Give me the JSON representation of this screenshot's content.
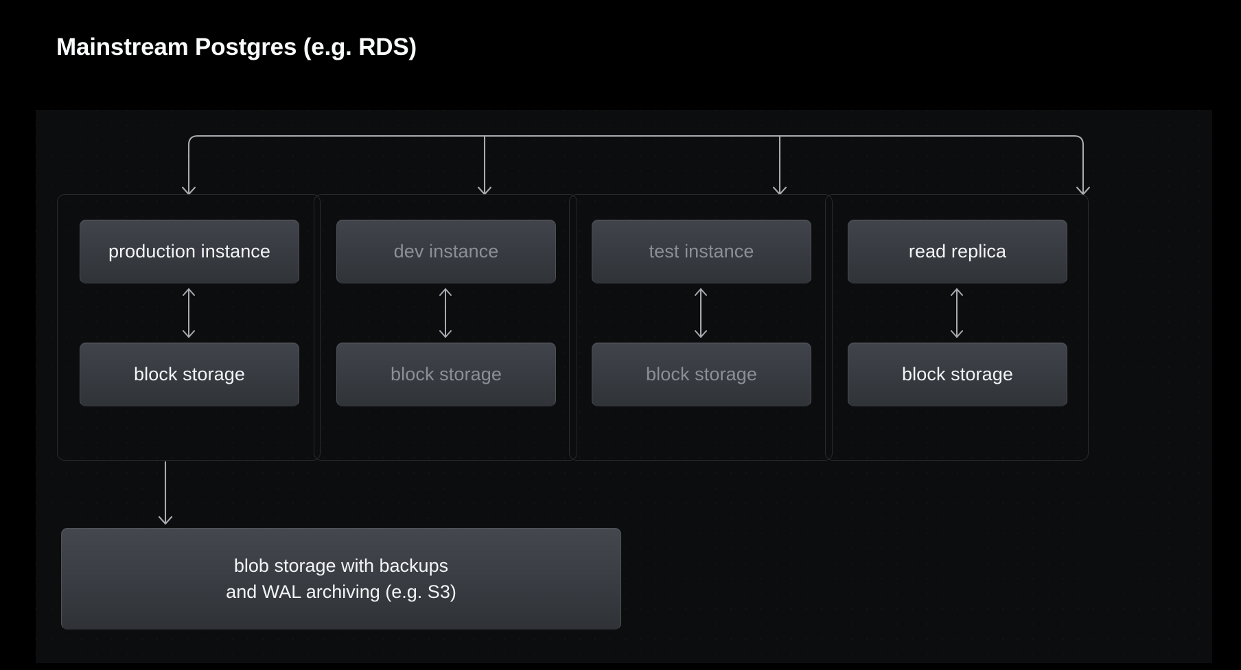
{
  "title": "Mainstream Postgres (e.g. RDS)",
  "diagram": {
    "type": "architecture-block-diagram",
    "background_color": "#000000",
    "panel_color": "#0c0d0e",
    "node_fill_top": "#41444a",
    "node_fill_bottom": "#303338",
    "node_border_color": "#4b4f56",
    "group_border_color": "#292b2e",
    "text_bright": "#f2f4f6",
    "text_dimmed": "#8c9096",
    "connector_color": "#a8abb0",
    "fan_out_branches": 4,
    "groups": [
      {
        "id": "production",
        "state": "highlighted",
        "instance_label": "production instance",
        "storage_label": "block storage",
        "link": "bidirectional"
      },
      {
        "id": "dev",
        "state": "dimmed",
        "instance_label": "dev instance",
        "storage_label": "block storage",
        "link": "bidirectional"
      },
      {
        "id": "test",
        "state": "dimmed",
        "instance_label": "test instance",
        "storage_label": "block storage",
        "link": "bidirectional"
      },
      {
        "id": "read-replica",
        "state": "highlighted",
        "instance_label": "read replica",
        "storage_label": "block storage",
        "link": "bidirectional"
      }
    ],
    "blob_storage": {
      "id": "blob-storage",
      "state": "highlighted",
      "line1": "blob storage with backups",
      "line2": "and WAL archiving (e.g. S3)",
      "incoming_from": "production"
    }
  }
}
